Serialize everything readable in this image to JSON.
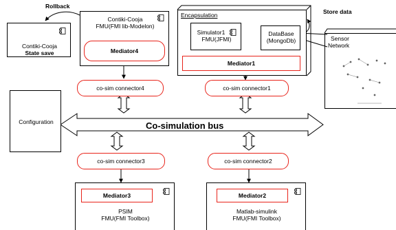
{
  "labels": {
    "rollback": "Rollback",
    "store_data": "Store data",
    "bus": "Co-simulation bus",
    "configuration": "Configuration"
  },
  "contiki_state": {
    "line1": "Contiki-Cooja",
    "line2": "State save"
  },
  "contiki_fmu": {
    "line1": "Contiki-Cooja",
    "line2": "FMU(FMI lib-Modelon)",
    "mediator": "Mediator4"
  },
  "encapsulation": {
    "title": "Encapsulation",
    "simulator": {
      "line1": "Simulator1",
      "line2": "FMU(JFMI)"
    },
    "database": {
      "line1": "DataBase",
      "line2": "(MongoDb)"
    },
    "mediator": "Mediator1"
  },
  "sensor": {
    "line1": "Sensor",
    "line2": "Network"
  },
  "connectors": {
    "c4": "co-sim connector4",
    "c1": "co-sim connector1",
    "c3": "co-sim connector3",
    "c2": "co-sim connector2"
  },
  "psim": {
    "mediator": "Mediator3",
    "line1": "PSIM",
    "line2": "FMU(FMI Toolbox)"
  },
  "matlab": {
    "mediator": "Mediator2",
    "line1": "Matlab-simulink",
    "line2": "FMU(FMI Toolbox)"
  },
  "colors": {
    "mediator_border": "#e8231a",
    "line": "#000000"
  }
}
